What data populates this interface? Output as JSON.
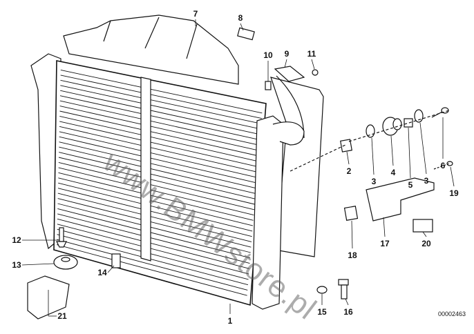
{
  "diagram": {
    "title": "Radiator assembly parts diagram",
    "drawing_number": "00002463",
    "watermark": "www.BMWstore.pl",
    "callouts": [
      "7",
      "8",
      "10",
      "9",
      "11",
      "2",
      "3",
      "4",
      "5",
      "3",
      "6",
      "19",
      "17",
      "18",
      "20",
      "12",
      "13",
      "14",
      "21",
      "1",
      "15",
      "16"
    ],
    "colors": {
      "line": "#111111",
      "background": "#ffffff",
      "watermark": "#808080"
    }
  }
}
